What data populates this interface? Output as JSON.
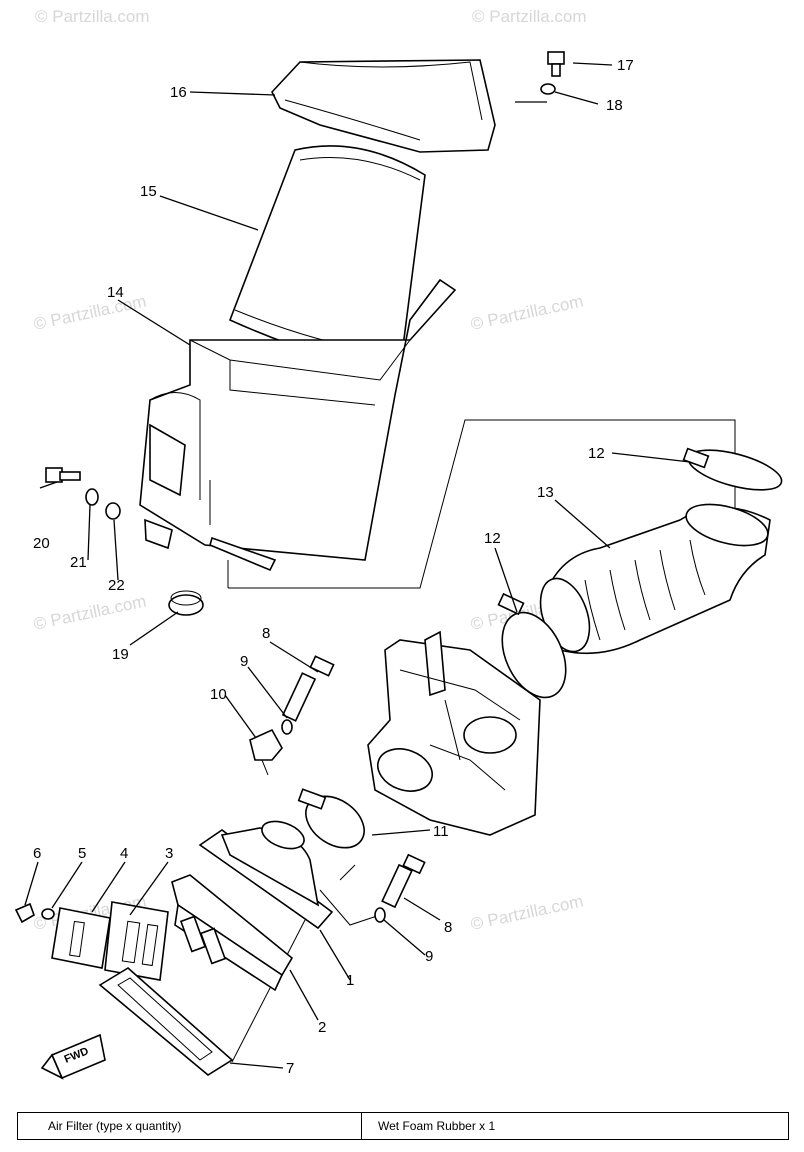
{
  "watermark": "© Partzilla.com",
  "fwd_label": "FWD",
  "callouts": [
    "1",
    "2",
    "3",
    "4",
    "5",
    "6",
    "7",
    "8",
    "9",
    "10",
    "11",
    "12",
    "13",
    "14",
    "15",
    "16",
    "17",
    "18",
    "19",
    "20",
    "21",
    "22"
  ],
  "footer": {
    "left": "Air Filter (type x quantity)",
    "right": "Wet Foam Rubber x 1"
  },
  "colors": {
    "line": "#000000",
    "watermark": "#d7d7d7",
    "background": "#ffffff"
  }
}
